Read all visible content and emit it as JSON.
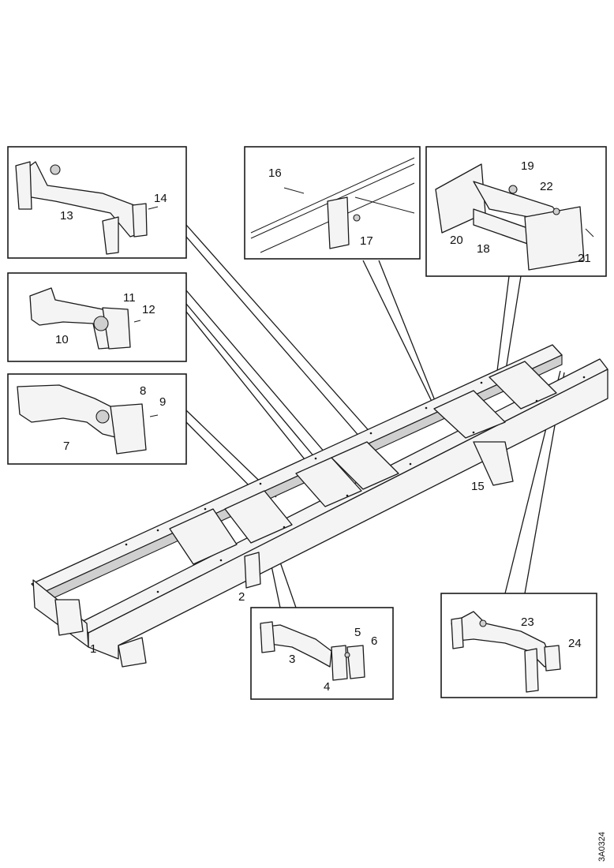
{
  "callouts": {
    "c1": "1",
    "c2": "2",
    "c3": "3",
    "c4": "4",
    "c5": "5",
    "c6": "6",
    "c7": "7",
    "c8": "8",
    "c9": "9",
    "c10": "10",
    "c11": "11",
    "c12": "12",
    "c13": "13",
    "c14": "14",
    "c15": "15",
    "c16": "16",
    "c17": "17",
    "c18": "18",
    "c19": "19",
    "c20": "20",
    "c21": "21",
    "c22": "22",
    "c23": "23",
    "c24": "24"
  },
  "figure_code": "3A0324"
}
